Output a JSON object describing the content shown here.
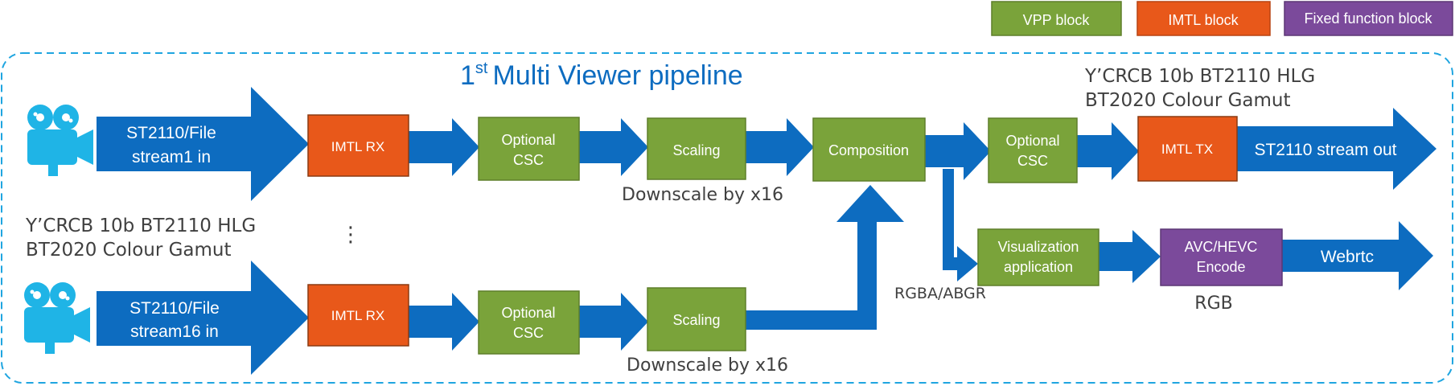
{
  "legend": {
    "vpp": "VPP block",
    "imtl": "IMTL block",
    "fixed": "Fixed function block"
  },
  "colors": {
    "vpp": "#7aa33a",
    "imtl": "#e8581a",
    "fixed": "#7b4a9b",
    "arrow": "#0d6cc0",
    "frame": "#1fa5e0",
    "title": "#0d6cc0",
    "camera": "#1fb4e6"
  },
  "icons": [
    "camera-icon",
    "camera-icon"
  ],
  "pipeline": {
    "title_prefix": "1",
    "title_sup": "st",
    "title_rest": "Multi Viewer pipeline",
    "input1": {
      "line1": "ST2110/File",
      "line2": "stream1 in"
    },
    "input16": {
      "line1": "ST2110/File",
      "line2": "stream16 in"
    },
    "format_in": {
      "line1": "Y’CRCB 10b BT2110 HLG",
      "line2": "BT2020 Colour Gamut"
    },
    "ellipsis": "⋮",
    "rx1": "IMTL RX",
    "rx16": "IMTL RX",
    "csc1": {
      "line1": "Optional",
      "line2": "CSC"
    },
    "csc16": {
      "line1": "Optional",
      "line2": "CSC"
    },
    "scale1": "Scaling",
    "scale16": "Scaling",
    "downscale1": "Downscale by x16",
    "downscale16": "Downscale by x16",
    "composition": "Composition",
    "csc_out": {
      "line1": "Optional",
      "line2": "CSC"
    },
    "tx": "IMTL TX",
    "output": "ST2110 stream out",
    "format_out": {
      "line1": "Y’CRCB 10b BT2110 HLG",
      "line2": "BT2020 Colour Gamut"
    },
    "rgba": "RGBA/ABGR",
    "viz": {
      "line1": "Visualization",
      "line2": "application"
    },
    "encode": {
      "line1": "AVC/HEVC",
      "line2": "Encode"
    },
    "rgb": "RGB",
    "webrtc": "Webrtc"
  }
}
